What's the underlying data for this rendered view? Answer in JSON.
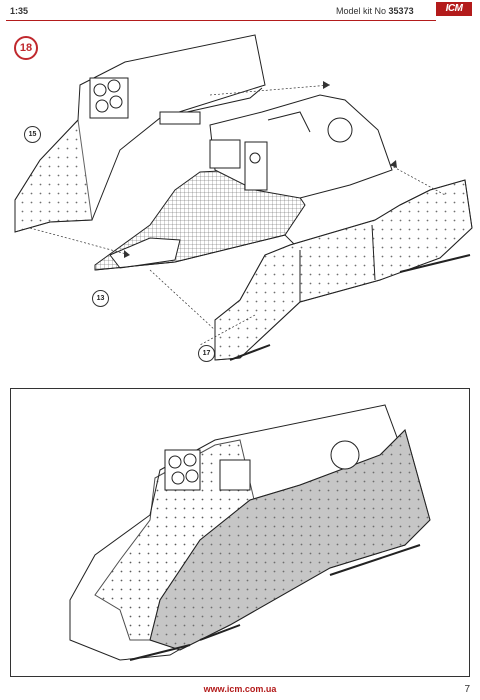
{
  "header": {
    "scale": "1:35",
    "kit_label": "Model kit No",
    "kit_number": "35373",
    "logo": "ICM"
  },
  "step_number": "18",
  "callouts": {
    "left_side": "15",
    "floor": "13",
    "right_side": "17"
  },
  "footer": {
    "url": "www.icm.com.ua",
    "page": "7"
  },
  "colors": {
    "accent": "#b31b1b",
    "panel_highlight": "#c6c6c6"
  }
}
